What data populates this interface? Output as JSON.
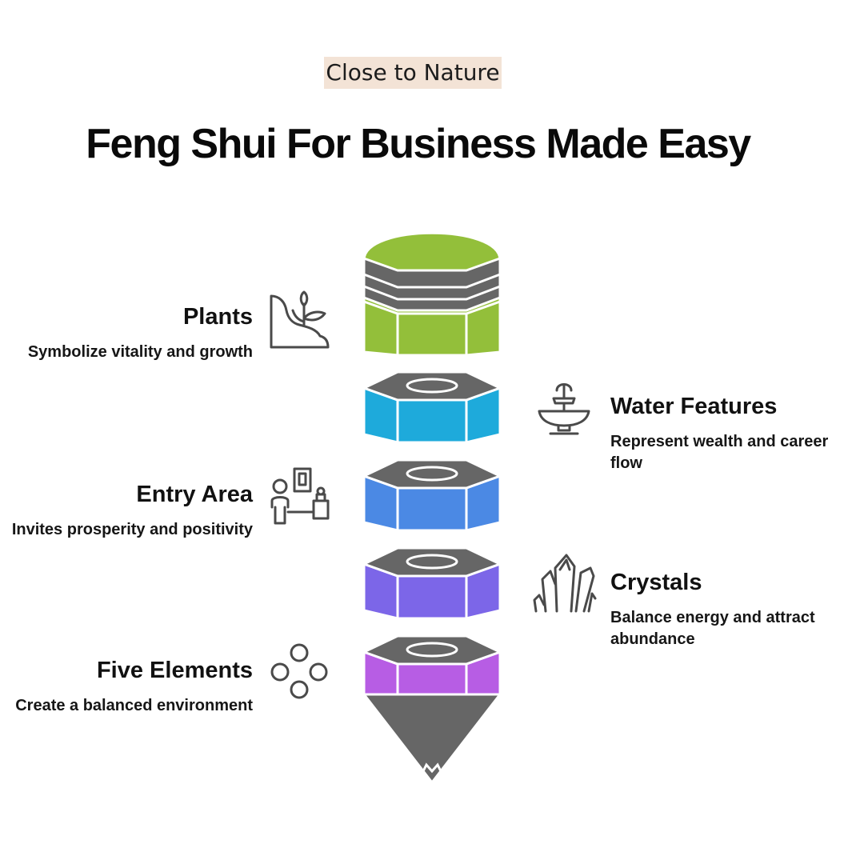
{
  "tag": "Close to Nature",
  "title": "Feng Shui For Business Made Easy",
  "items": [
    {
      "heading": "Plants",
      "description": "Symbolize vitality and growth",
      "icon": "plant-icon",
      "color": "#93bf3a"
    },
    {
      "heading": "Water Features",
      "description": "Represent wealth and career flow",
      "icon": "fountain-icon",
      "color": "#1eaadb"
    },
    {
      "heading": "Entry Area",
      "description": "Invites prosperity and positivity",
      "icon": "entry-icon",
      "color": "#4b89e4"
    },
    {
      "heading": "Crystals",
      "description": "Balance energy and attract abundance",
      "icon": "crystals-icon",
      "color": "#7c66e8"
    },
    {
      "heading": "Five Elements",
      "description": "Create a balanced environment",
      "icon": "five-elements-icon",
      "color": "#b75de4"
    }
  ],
  "colors": {
    "cap": "#666666",
    "tag_bg": "#f3e3d6",
    "outline": "#ffffff",
    "icon_stroke": "#4a4a4a"
  }
}
